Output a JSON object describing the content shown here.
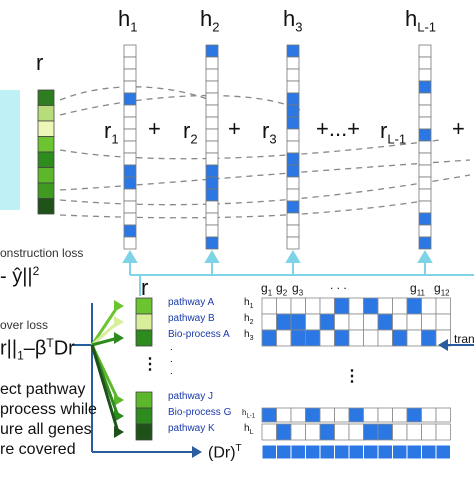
{
  "columns": {
    "r_top": "r",
    "h": [
      {
        "name": "h",
        "sub": "1",
        "cells": [
          4,
          10,
          11,
          15
        ]
      },
      {
        "name": "h",
        "sub": "2",
        "cells": [
          0,
          10,
          11,
          12,
          16
        ]
      },
      {
        "name": "h",
        "sub": "3",
        "cells": [
          0,
          4,
          5,
          6,
          9,
          10,
          13
        ]
      },
      {
        "name": "h",
        "sub": "L-1",
        "cells": [
          3,
          7,
          14,
          16
        ]
      }
    ],
    "r_colors": [
      "#2e7d20",
      "#b7dd7a",
      "#eef7b8",
      "#6dc431",
      "#2e8b1e",
      "#5cb82a",
      "#3f9a22",
      "#1e5218"
    ]
  },
  "formula": {
    "r1": "r",
    "r1_sub": "1",
    "plus1": "+",
    "r2": "r",
    "r2_sub": "2",
    "plus2": "+",
    "r3": "r",
    "r3_sub": "3",
    "plus3": "+...+",
    "rL": "r",
    "rL_sub": "L-1",
    "plus4": "+"
  },
  "left_text": {
    "recon": "onstruction loss",
    "norm": "- ŷ||",
    "norm_sup": "2",
    "cover": "over loss",
    "obj": "r||",
    "obj_sub": "1",
    "obj_rest": "–β",
    "obj_sup": "T",
    "obj_end": "Dr",
    "desc": [
      "ect pathway",
      "process while",
      "ure all genes",
      "re covered"
    ]
  },
  "lower": {
    "r_label": "r",
    "pathways": [
      "pathway A",
      "pathway B",
      "Bio-process A",
      ".",
      ".",
      ".",
      "pathway J",
      "Bio-process G",
      "pathway K"
    ],
    "h_rows": [
      {
        "name": "h",
        "sub": "1"
      },
      {
        "name": "h",
        "sub": "2"
      },
      {
        "name": "h",
        "sub": "3"
      },
      {
        "name": "h",
        "sub": "L-1"
      },
      {
        "name": "h",
        "sub": "L"
      }
    ],
    "genes": [
      {
        "name": "g",
        "sub": "1"
      },
      {
        "name": "g",
        "sub": "2"
      },
      {
        "name": "g",
        "sub": "3"
      },
      {
        "name": "g",
        "sub": "11"
      },
      {
        "name": "g",
        "sub": "12"
      }
    ],
    "gene_dots": ". . .",
    "vdots": "⋮",
    "right_cut": "tran",
    "dr": "(Dr)",
    "dr_sup": "T",
    "colors_top": [
      "#6dc431",
      "#d8ee9a",
      "#2e8b1e"
    ],
    "colors_bottom": [
      "#5cb82a",
      "#2e8b1e",
      "#1e5218"
    ],
    "row_cells": [
      [
        5,
        7,
        10
      ],
      [
        1,
        2,
        4,
        8
      ],
      [
        0,
        2,
        3,
        5,
        9,
        11
      ],
      [
        0,
        3,
        6,
        10
      ],
      [
        1,
        4,
        7,
        8
      ]
    ]
  },
  "colors": {
    "blue": "#2b78e4",
    "cyan_panel": "#bff0f6",
    "arrow_cyan": "#7ed3e6",
    "dark": "#1a3aaa"
  }
}
